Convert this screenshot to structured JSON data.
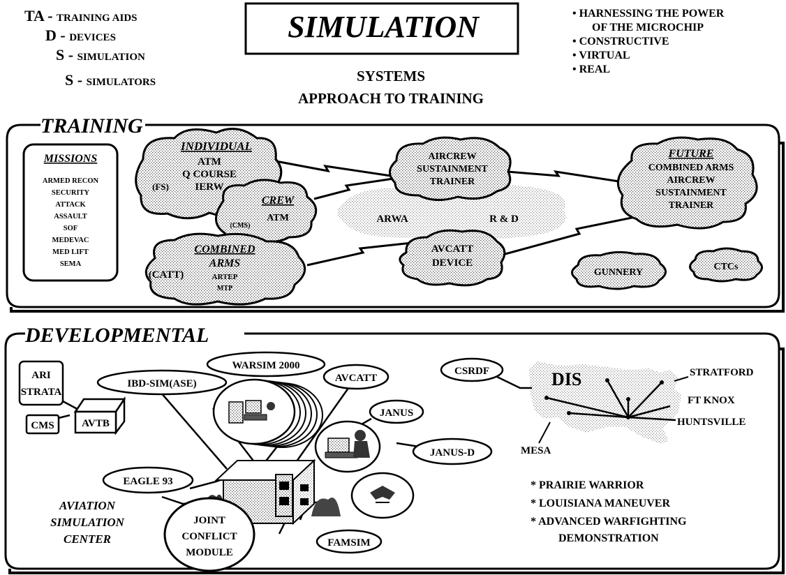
{
  "acronym": [
    {
      "letter": "TA",
      "word": "TRAINING AIDS"
    },
    {
      "letter": "D",
      "word": "DEVICES"
    },
    {
      "letter": "S",
      "word": "SIMULATION"
    },
    {
      "letter": "S",
      "word": "SIMULATORS"
    }
  ],
  "title": "SIMULATION",
  "subtitle_lines": [
    "SYSTEMS",
    "APPROACH TO TRAINING"
  ],
  "bullets": [
    "HARNESSING THE POWER",
    "OF THE MICROCHIP",
    "CONSTRUCTIVE",
    "VIRTUAL",
    "REAL"
  ],
  "training": {
    "heading": "TRAINING",
    "missions": {
      "heading": "MISSIONS",
      "items": [
        "ARMED RECON",
        "SECURITY",
        "ATTACK",
        "ASSAULT",
        "SOF",
        "MEDEVAC",
        "MED LIFT",
        "SEMA"
      ]
    },
    "individual": {
      "heading": "INDIVIDUAL",
      "lines": [
        "ATM",
        "Q COURSE",
        "IERW"
      ],
      "tag": "(FS)"
    },
    "crew": {
      "heading": "CREW",
      "line": "ATM",
      "tag": "(CMS)"
    },
    "combined": {
      "heading1": "COMBINED",
      "heading2": "ARMS",
      "lines": [
        "ARTEP",
        "MTP"
      ],
      "tag": "(CATT)"
    },
    "aircrew": {
      "lines": [
        "AIRCREW",
        "SUSTAINMENT",
        "TRAINER"
      ]
    },
    "arwa": "ARWA",
    "rnd": "R & D",
    "avcatt": {
      "lines": [
        "AVCATT",
        "DEVICE"
      ]
    },
    "future": {
      "heading": "FUTURE",
      "lines": [
        "COMBINED ARMS",
        "AIRCREW",
        "SUSTAINMENT",
        "TRAINER"
      ]
    },
    "gunnery": "GUNNERY",
    "ctcs": "CTCs"
  },
  "developmental": {
    "heading": "DEVELOPMENTAL",
    "ari_lines": [
      "ARI",
      "STRATA"
    ],
    "avtb": "AVTB",
    "cms": "CMS",
    "ibd": "IBD-SIM(ASE)",
    "warsim": "WARSIM 2000",
    "avcatt": "AVCATT",
    "janus": "JANUS",
    "janus_d": "JANUS-D",
    "eagle": "EAGLE 93",
    "famsim": "FAMSIM",
    "jcm_lines": [
      "JOINT",
      "CONFLICT",
      "MODULE"
    ],
    "center_lines": [
      "AVIATION",
      "SIMULATION",
      "CENTER"
    ],
    "csrdf": "CSRDF",
    "dis": "DIS",
    "stratford": "STRATFORD",
    "ftknox": "FT KNOX",
    "huntsville": "HUNTSVILLE",
    "mesa": "MESA",
    "exercises": [
      "* PRAIRIE WARRIOR",
      "* LOUISIANA MANEUVER",
      "* ADVANCED WARFIGHTING",
      "DEMONSTRATION"
    ]
  }
}
